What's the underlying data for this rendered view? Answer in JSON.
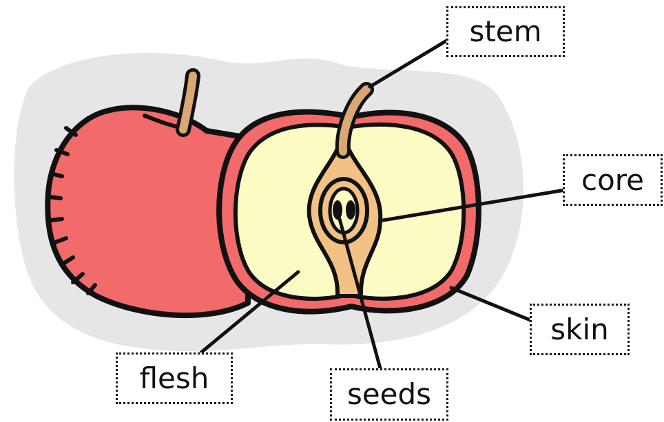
{
  "diagram": {
    "labels": {
      "stem": "stem",
      "core": "core",
      "skin": "skin",
      "flesh": "flesh",
      "seeds": "seeds"
    }
  },
  "colors": {
    "skin_red": "#f26a6a",
    "flesh_cream": "#fdfbc4",
    "core_tan": "#f2c184",
    "stem_tan": "#d9a873",
    "outline": "#111111",
    "shadow": "#e6e6e6"
  }
}
